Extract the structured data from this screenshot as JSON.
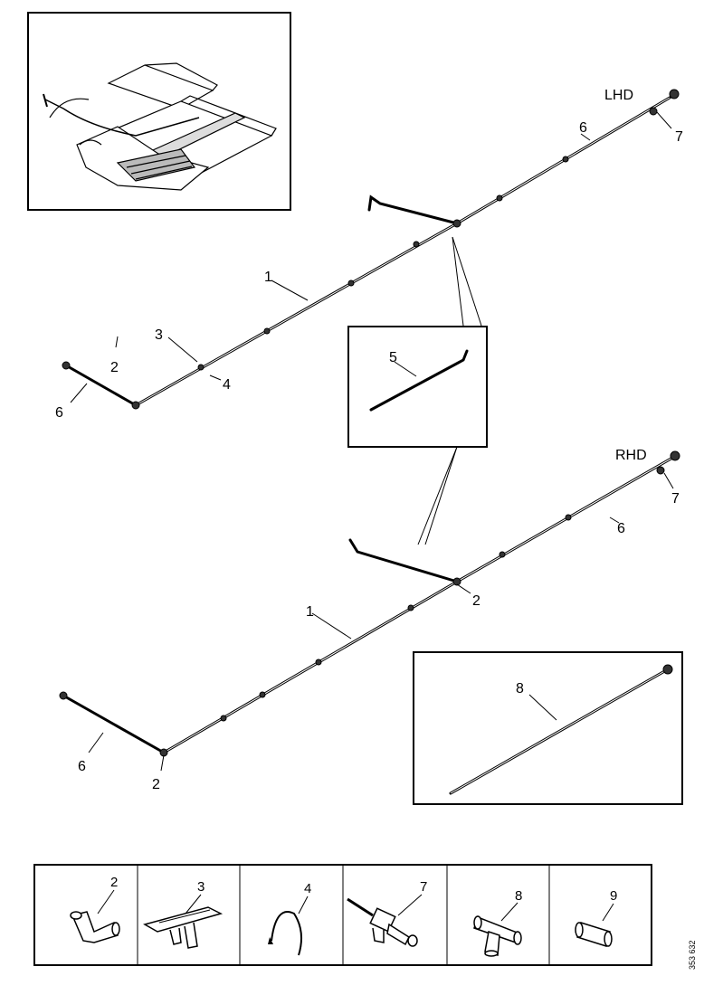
{
  "variants": {
    "lhd": "LHD",
    "rhd": "RHD"
  },
  "callouts": {
    "lhd": {
      "pipe": "1",
      "clip_a": "2",
      "clip_b": "3",
      "tie": "4",
      "hose_left": "6",
      "hose_right": "6",
      "valve": "7"
    },
    "inset_5": "5",
    "rhd": {
      "pipe": "1",
      "clip_mid": "2",
      "clip_end": "2",
      "hose_left": "6",
      "hose_right": "6",
      "valve": "7"
    },
    "inset_8": "8"
  },
  "parts_strip": {
    "cells": [
      {
        "number": "2",
        "icon": "elbow-connector-icon"
      },
      {
        "number": "3",
        "icon": "mounting-clip-icon"
      },
      {
        "number": "4",
        "icon": "cable-tie-icon"
      },
      {
        "number": "7",
        "icon": "valve-connector-icon"
      },
      {
        "number": "8",
        "icon": "t-connector-icon"
      },
      {
        "number": "9",
        "icon": "straight-connector-icon"
      }
    ]
  },
  "drawing_reference": "353 632"
}
